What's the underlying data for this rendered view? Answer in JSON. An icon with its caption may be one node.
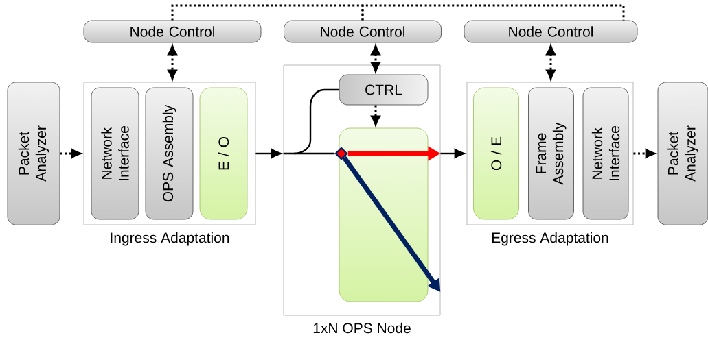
{
  "diagram": {
    "nodes": [
      {
        "text": [
          "Packet Analyzer"
        ]
      },
      {
        "text": [
          "Node Control"
        ]
      },
      {
        "text": [
          "Node Control"
        ]
      },
      {
        "text": [
          "Node Control"
        ]
      },
      {
        "text": [],
        "shape": "box",
        "beside": [
          "Ingress Adaptation"
        ]
      },
      {
        "text": [
          "Network Interface"
        ],
        "in": 4
      },
      {
        "text": [
          "OPS Assembly"
        ],
        "in": 4
      },
      {
        "text": [
          "E / O"
        ],
        "in": 4
      },
      {
        "text": [],
        "shape": "box",
        "beside": [
          "1xN OPS Node"
        ]
      },
      {
        "text": [
          "CTRL"
        ],
        "in": 8
      },
      {
        "text": [],
        "shape": "box",
        "in": 8
      },
      {
        "text": [],
        "shape": "box",
        "beside": [
          "Egress Adaptation"
        ]
      },
      {
        "text": [
          "O / E"
        ],
        "in": 11
      },
      {
        "text": [
          "Frame Assembly"
        ],
        "in": 11
      },
      {
        "text": [
          "Network Interface"
        ],
        "in": 11
      },
      {
        "text": [
          "Packet Analyzer"
        ]
      },
      {
        "text": [],
        "shape": "diamond",
        "in": 10
      }
    ],
    "edges": [
      {
        "from": 0,
        "to": 4,
        "arrow": "to",
        "style": "dashed"
      },
      {
        "from": 1,
        "to": 4,
        "arrow": "both",
        "style": "dashed"
      },
      {
        "from": 1,
        "to": 2,
        "arrow": "none",
        "style": "dashed"
      },
      {
        "from": 2,
        "to": 3,
        "arrow": "none",
        "style": "dashed"
      },
      {
        "from": 2,
        "to": 9,
        "arrow": "both",
        "style": "dashed"
      },
      {
        "from": 9,
        "to": 10,
        "arrow": "to",
        "style": "dashed"
      },
      {
        "from": 3,
        "to": 11,
        "arrow": "both",
        "style": "dashed"
      },
      {
        "from": 4,
        "to": 8,
        "arrow": "to"
      },
      {
        "from": 9,
        "to": null,
        "arrow": "none"
      },
      {
        "from": 8,
        "to": 11,
        "arrow": "to"
      },
      {
        "from": 11,
        "to": 15,
        "arrow": "to",
        "style": "dashed"
      },
      {
        "from": 8,
        "to": 16,
        "arrow": "none"
      },
      {
        "from": 16,
        "to": 8,
        "arrow": "to",
        "style": "thick",
        "color": "#ff0000"
      },
      {
        "from": 16,
        "to": 8,
        "arrow": "to",
        "style": "thick",
        "color": "#002060"
      }
    ]
  }
}
